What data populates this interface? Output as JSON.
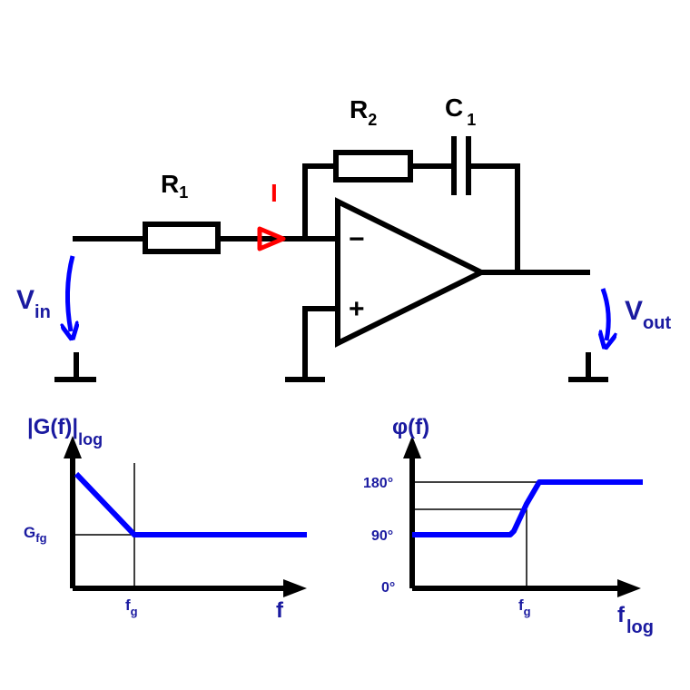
{
  "circuit": {
    "r1": {
      "main": "R",
      "sub": "1"
    },
    "r2": {
      "main": "R",
      "sub": "2"
    },
    "c1": {
      "main": "C",
      "sub": "1"
    },
    "current": "I",
    "vin": {
      "main": "V",
      "sub": "in"
    },
    "vout": {
      "main": "V",
      "sub": "out"
    },
    "minus": "−",
    "plus": "+"
  },
  "gain_plot": {
    "title": "|G(f)|",
    "title_sub": "log",
    "y_marker": {
      "main": "G",
      "sub": "fg"
    },
    "x_marker": {
      "main": "f",
      "sub": "g"
    },
    "x_axis": "f"
  },
  "phase_plot": {
    "title": "φ(f)",
    "y_ticks": [
      "180°",
      "90°",
      "0°"
    ],
    "x_marker": {
      "main": "f",
      "sub": "g"
    },
    "x_axis": {
      "main": "f",
      "sub": "log"
    }
  },
  "colors": {
    "wire": "#000000",
    "signal": "#0000ff",
    "current": "#ff0000",
    "label_blue": "#1a1aa0"
  }
}
